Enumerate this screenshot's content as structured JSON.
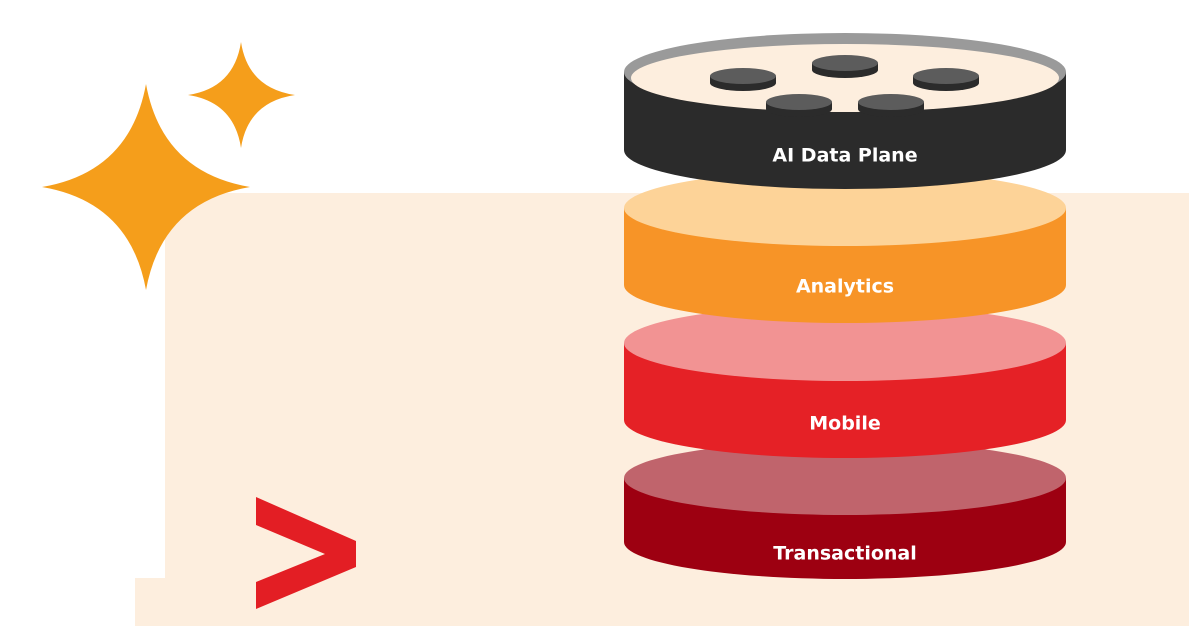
{
  "colors": {
    "background_panel": "#fdeede",
    "sparkle": "#f59e1b",
    "chevron": "#e31e24",
    "ai_top": "#2b2b2b",
    "ai_inner": "#fdeede",
    "ai_rim": "#9a9a9a",
    "ai_disc": "#5c5c5c",
    "analytics_top": "#fdd398",
    "analytics_side": "#f79427",
    "mobile_top": "#f29393",
    "mobile_side": "#e52126",
    "transactional_top": "#c0646c",
    "transactional_side": "#9d0011"
  },
  "icons": {
    "large_sparkle": "four-point-star-icon",
    "small_sparkle": "four-point-star-icon",
    "chevron": "chevron-right-icon"
  },
  "layers": [
    {
      "id": "ai-data-plane",
      "label": "AI Data Plane"
    },
    {
      "id": "analytics",
      "label": "Analytics"
    },
    {
      "id": "mobile",
      "label": "Mobile"
    },
    {
      "id": "transactional",
      "label": "Transactional"
    }
  ]
}
